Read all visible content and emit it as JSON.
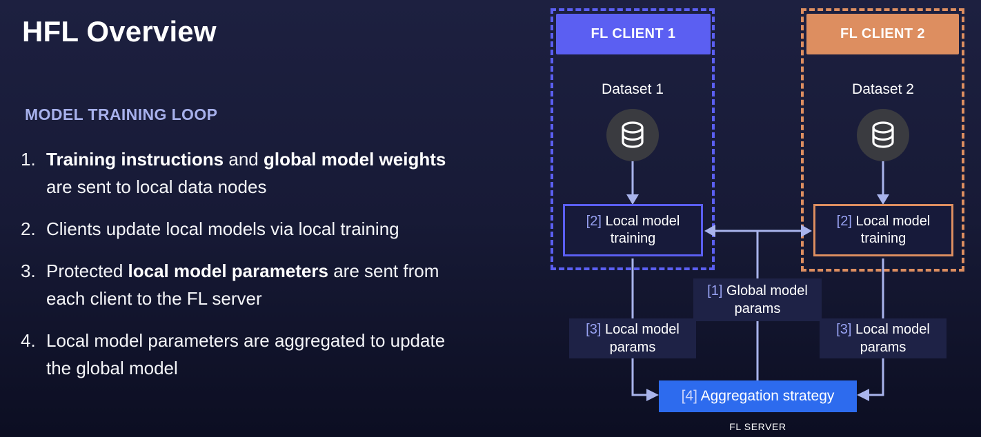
{
  "left": {
    "title": "HFL Overview",
    "section_heading": "MODEL TRAINING LOOP",
    "items": [
      {
        "num": "1.",
        "seg_bold_a": "Training instructions",
        "seg_mid": " and ",
        "seg_bold_b": "global model weights",
        "seg_line2": "are sent to local data nodes"
      },
      {
        "num": "2.",
        "text": "Clients update local models via local training"
      },
      {
        "num": "3.",
        "seg_a": "Protected ",
        "seg_bold": "local model parameters",
        "seg_b": " are sent from",
        "seg_line2": "each client to the FL server"
      },
      {
        "num": "4.",
        "seg_line1": "Local model parameters are aggregated to update",
        "seg_line2": "the global model"
      }
    ]
  },
  "diagram": {
    "client1": {
      "header": "FL CLIENT 1",
      "dataset": "Dataset 1",
      "training_tag": "[2]",
      "training_label": "Local model training"
    },
    "client2": {
      "header": "FL CLIENT 2",
      "dataset": "Dataset 2",
      "training_tag": "[2]",
      "training_label": "Local model training"
    },
    "global_params": {
      "tag": "[1]",
      "label": "Global model params"
    },
    "local_params_left": {
      "tag": "[3]",
      "label": "Local model params"
    },
    "local_params_right": {
      "tag": "[3]",
      "label": "Local model params"
    },
    "aggregation": {
      "tag": "[4]",
      "label": "Aggregation strategy"
    },
    "server_label": "FL SERVER",
    "icons": {
      "dataset_icon": "database-icon"
    },
    "colors": {
      "client1_accent": "#5b5ff2",
      "client2_accent": "#dd8e60",
      "aggregation_fill": "#2d6bee",
      "connector": "#a9b4ec",
      "tag_text": "#98a2f2",
      "heading_text": "#a7b1ec",
      "label_bg": "#1e2246",
      "dataset_icon_bg": "#3a3b40"
    }
  }
}
